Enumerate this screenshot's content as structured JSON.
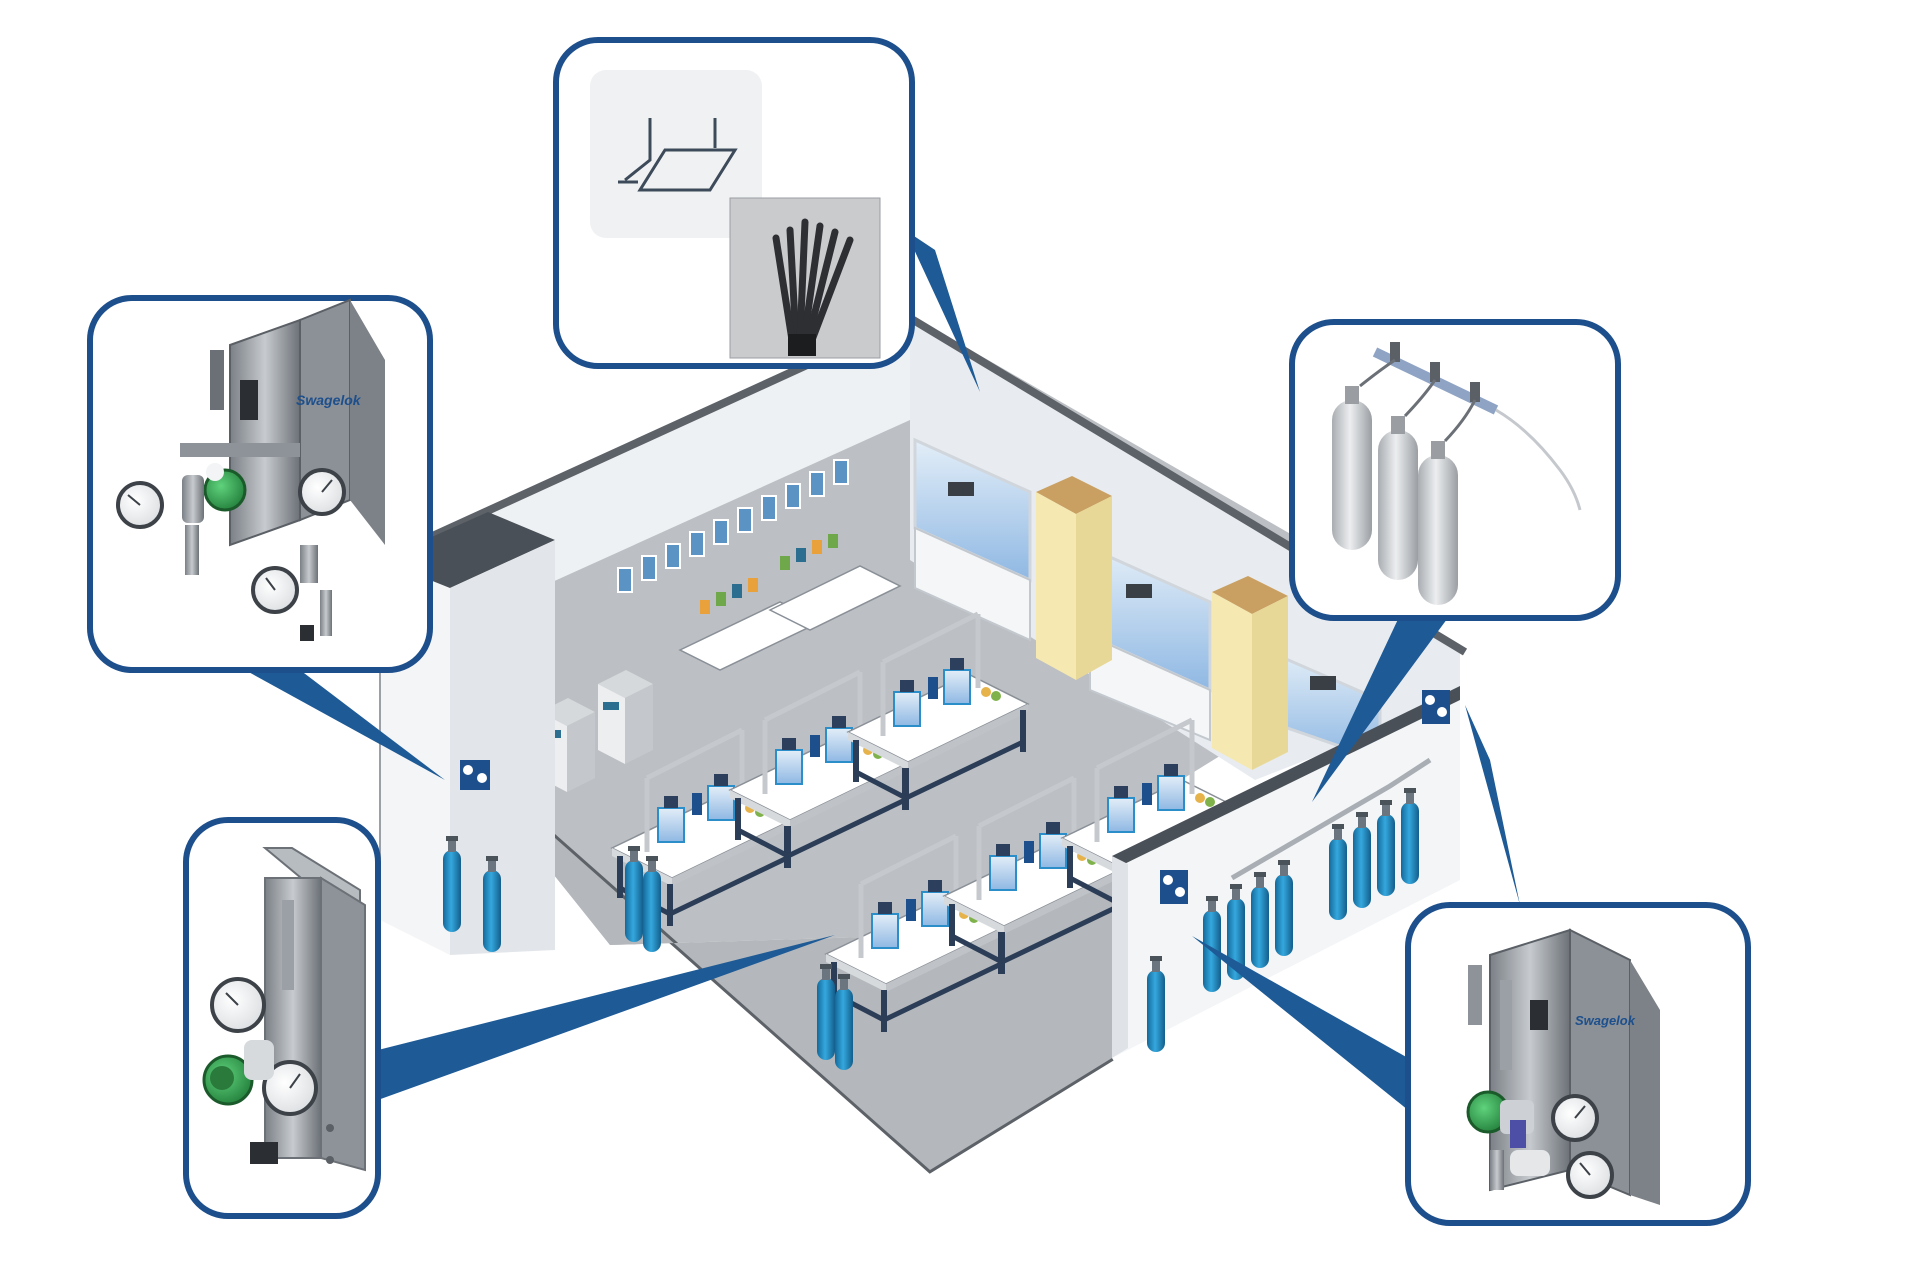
{
  "diagram": {
    "brand": {
      "logo_text": "Swagelok"
    },
    "colors": {
      "callout_border": "#1d4f8c",
      "callout_pointer": "#1d5a96",
      "floor": "#b9bcc0",
      "wall": "#eef1f4",
      "wall_edge": "#5d6268",
      "cylinder": "#1f8fc8",
      "cylinder_dark": "#146a98",
      "bench_top": "#ffffff",
      "bench_leg": "#2b3d57",
      "column": "#f5e8b0",
      "column_top": "#c9a062",
      "fume_hood_glass": "#bcd5ee",
      "regulator_green": "#2fa84f",
      "panel_steel": "#9aa0a6",
      "tank_grey": "#cfd2d5"
    },
    "callouts": [
      {
        "name": "hose-bundle-callout",
        "icon": "photo-toggle-icon"
      },
      {
        "name": "wall-panel-callout-left"
      },
      {
        "name": "point-of-use-panel-callout"
      },
      {
        "name": "cylinder-manifold-callout"
      },
      {
        "name": "wall-panel-callout-right"
      }
    ]
  }
}
